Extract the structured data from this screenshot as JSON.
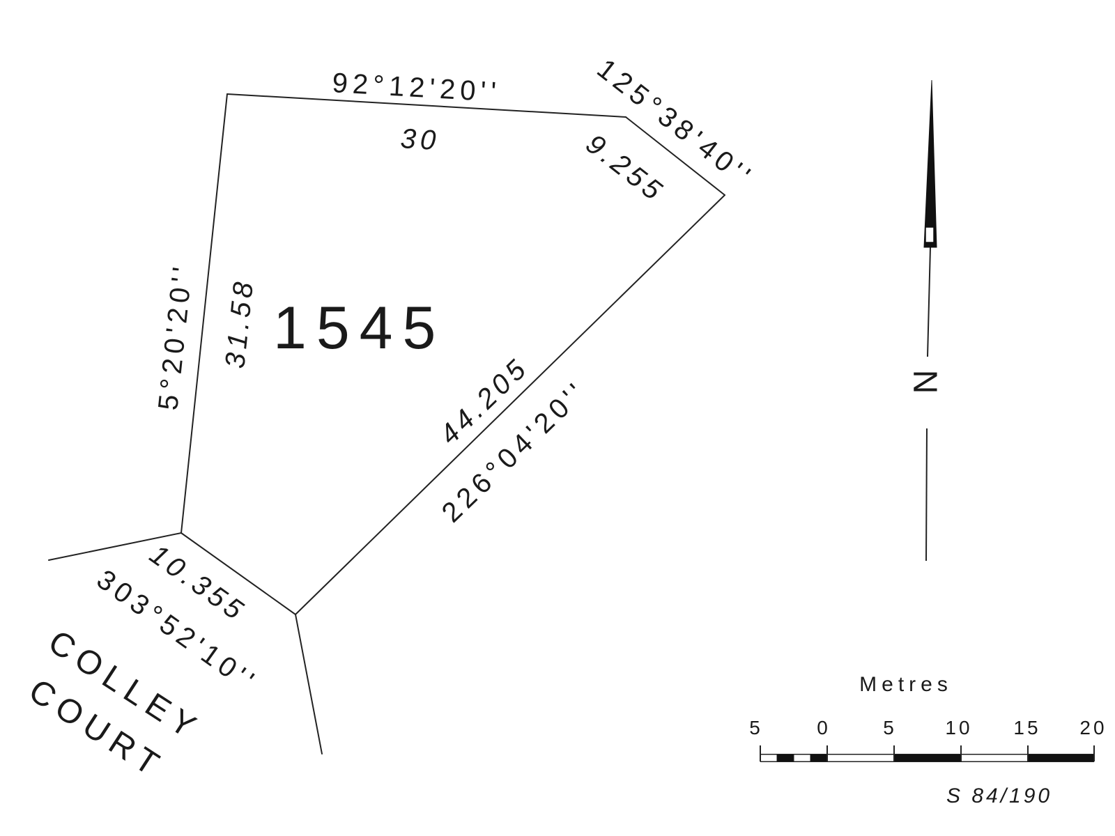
{
  "lot": {
    "number": "1545"
  },
  "boundaries": {
    "north": {
      "bearing": "92°12'20''",
      "distance": "30"
    },
    "northeast": {
      "bearing": "125°38'40''",
      "distance": "9.255"
    },
    "southeast": {
      "bearing": "226°04'20''",
      "distance": "44.205"
    },
    "southwest": {
      "bearing": "303°52'10''",
      "distance": "10.355"
    },
    "west": {
      "bearing": "5°20'20''",
      "distance": "31.58"
    }
  },
  "street": {
    "line1": "COLLEY",
    "line2": "COURT"
  },
  "north_arrow": {
    "letter": "N"
  },
  "scale_bar": {
    "units": "Metres",
    "ticks": [
      "5",
      "0",
      "5",
      "10",
      "15",
      "20"
    ]
  },
  "reference": "S 84/190"
}
